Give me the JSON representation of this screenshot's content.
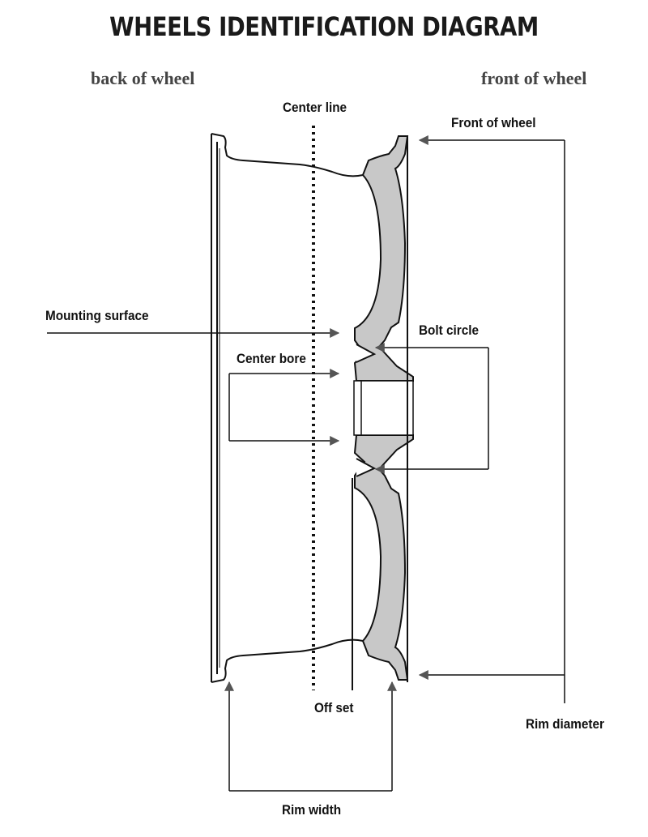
{
  "title": "WHEELS IDENTIFICATION DIAGRAM",
  "back_label": "back of wheel",
  "front_label": "front of wheel",
  "labels": {
    "center_line": "Center line",
    "front_of_wheel": "Front of wheel",
    "mounting_surface": "Mounting surface",
    "bolt_circle": "Bolt circle",
    "center_bore": "Center bore",
    "off_set": "Off set",
    "rim_diameter": "Rim diameter",
    "rim_width": "Rim width"
  },
  "colors": {
    "wheel_fill": "#c8c8c8",
    "line": "#111111",
    "arrow": "#555555"
  }
}
